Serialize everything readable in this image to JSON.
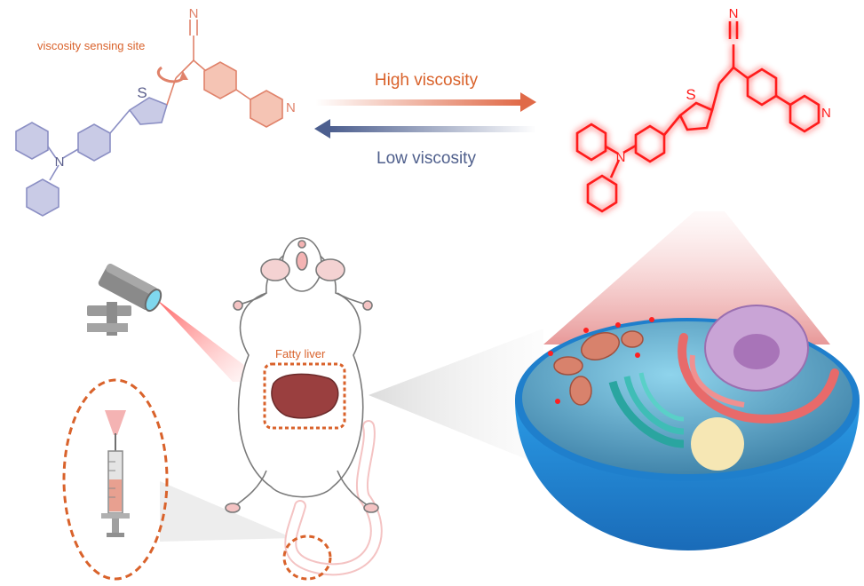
{
  "labels": {
    "sensing_site": "viscosity sensing site",
    "high_viscosity": "High viscosity",
    "low_viscosity": "Low viscosity",
    "fatty_liver": "Fatty liver"
  },
  "atoms": {
    "nitrogen": "N",
    "sulfur": "S"
  },
  "colors": {
    "molecule_left_blue": "#8b8fc4",
    "molecule_left_orange": "#e0826a",
    "fluorescent_red": "#ff1a1a",
    "high_arrow": "#e06a48",
    "low_arrow": "#4d5f8f",
    "label_orange": "#d9622b",
    "label_blue": "#4f5f8c",
    "dish_blue": "#2f8fd8"
  }
}
